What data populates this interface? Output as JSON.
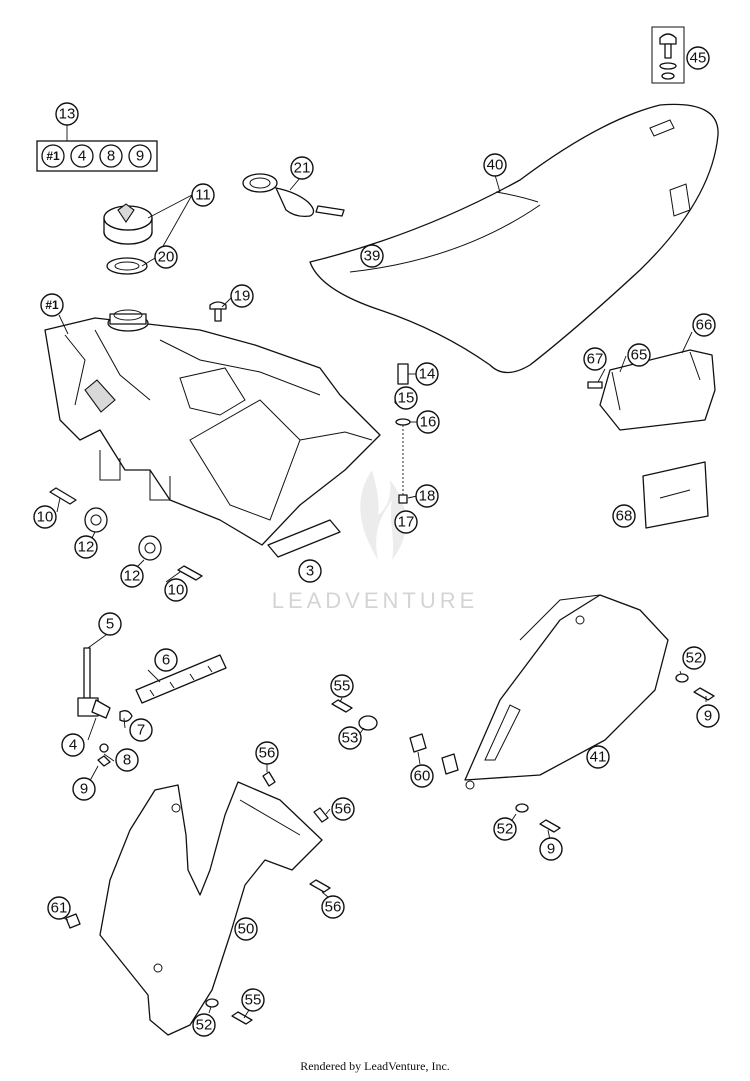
{
  "diagram": {
    "kit": {
      "label": "13",
      "items": [
        "#1",
        "4",
        "8",
        "9"
      ]
    },
    "callouts": [
      {
        "id": "c45",
        "label": "45"
      },
      {
        "id": "c13",
        "label": "13"
      },
      {
        "id": "c11",
        "label": "11"
      },
      {
        "id": "c20",
        "label": "20"
      },
      {
        "id": "c21",
        "label": "21"
      },
      {
        "id": "c40",
        "label": "40"
      },
      {
        "id": "c39",
        "label": "39"
      },
      {
        "id": "c19",
        "label": "19"
      },
      {
        "id": "c1",
        "label": "#1"
      },
      {
        "id": "c14",
        "label": "14"
      },
      {
        "id": "c15",
        "label": "15"
      },
      {
        "id": "c16",
        "label": "16"
      },
      {
        "id": "c18",
        "label": "18"
      },
      {
        "id": "c17",
        "label": "17"
      },
      {
        "id": "c67",
        "label": "67"
      },
      {
        "id": "c65",
        "label": "65"
      },
      {
        "id": "c66",
        "label": "66"
      },
      {
        "id": "c68",
        "label": "68"
      },
      {
        "id": "c10a",
        "label": "10"
      },
      {
        "id": "c12a",
        "label": "12"
      },
      {
        "id": "c12b",
        "label": "12"
      },
      {
        "id": "c10b",
        "label": "10"
      },
      {
        "id": "c3",
        "label": "3"
      },
      {
        "id": "c5",
        "label": "5"
      },
      {
        "id": "c6",
        "label": "6"
      },
      {
        "id": "c7",
        "label": "7"
      },
      {
        "id": "c4",
        "label": "4"
      },
      {
        "id": "c8",
        "label": "8"
      },
      {
        "id": "c9a",
        "label": "9"
      },
      {
        "id": "c55a",
        "label": "55"
      },
      {
        "id": "c53",
        "label": "53"
      },
      {
        "id": "c52a",
        "label": "52"
      },
      {
        "id": "c9b",
        "label": "9"
      },
      {
        "id": "c56a",
        "label": "56"
      },
      {
        "id": "c56b",
        "label": "56"
      },
      {
        "id": "c60",
        "label": "60"
      },
      {
        "id": "c41",
        "label": "41"
      },
      {
        "id": "c52b",
        "label": "52"
      },
      {
        "id": "c9c",
        "label": "9"
      },
      {
        "id": "c61",
        "label": "61"
      },
      {
        "id": "c56c",
        "label": "56"
      },
      {
        "id": "c50",
        "label": "50"
      },
      {
        "id": "c55b",
        "label": "55"
      },
      {
        "id": "c52c",
        "label": "52"
      }
    ]
  },
  "watermark": "LEADVENTURE",
  "footer": "Rendered by LeadVenture, Inc."
}
